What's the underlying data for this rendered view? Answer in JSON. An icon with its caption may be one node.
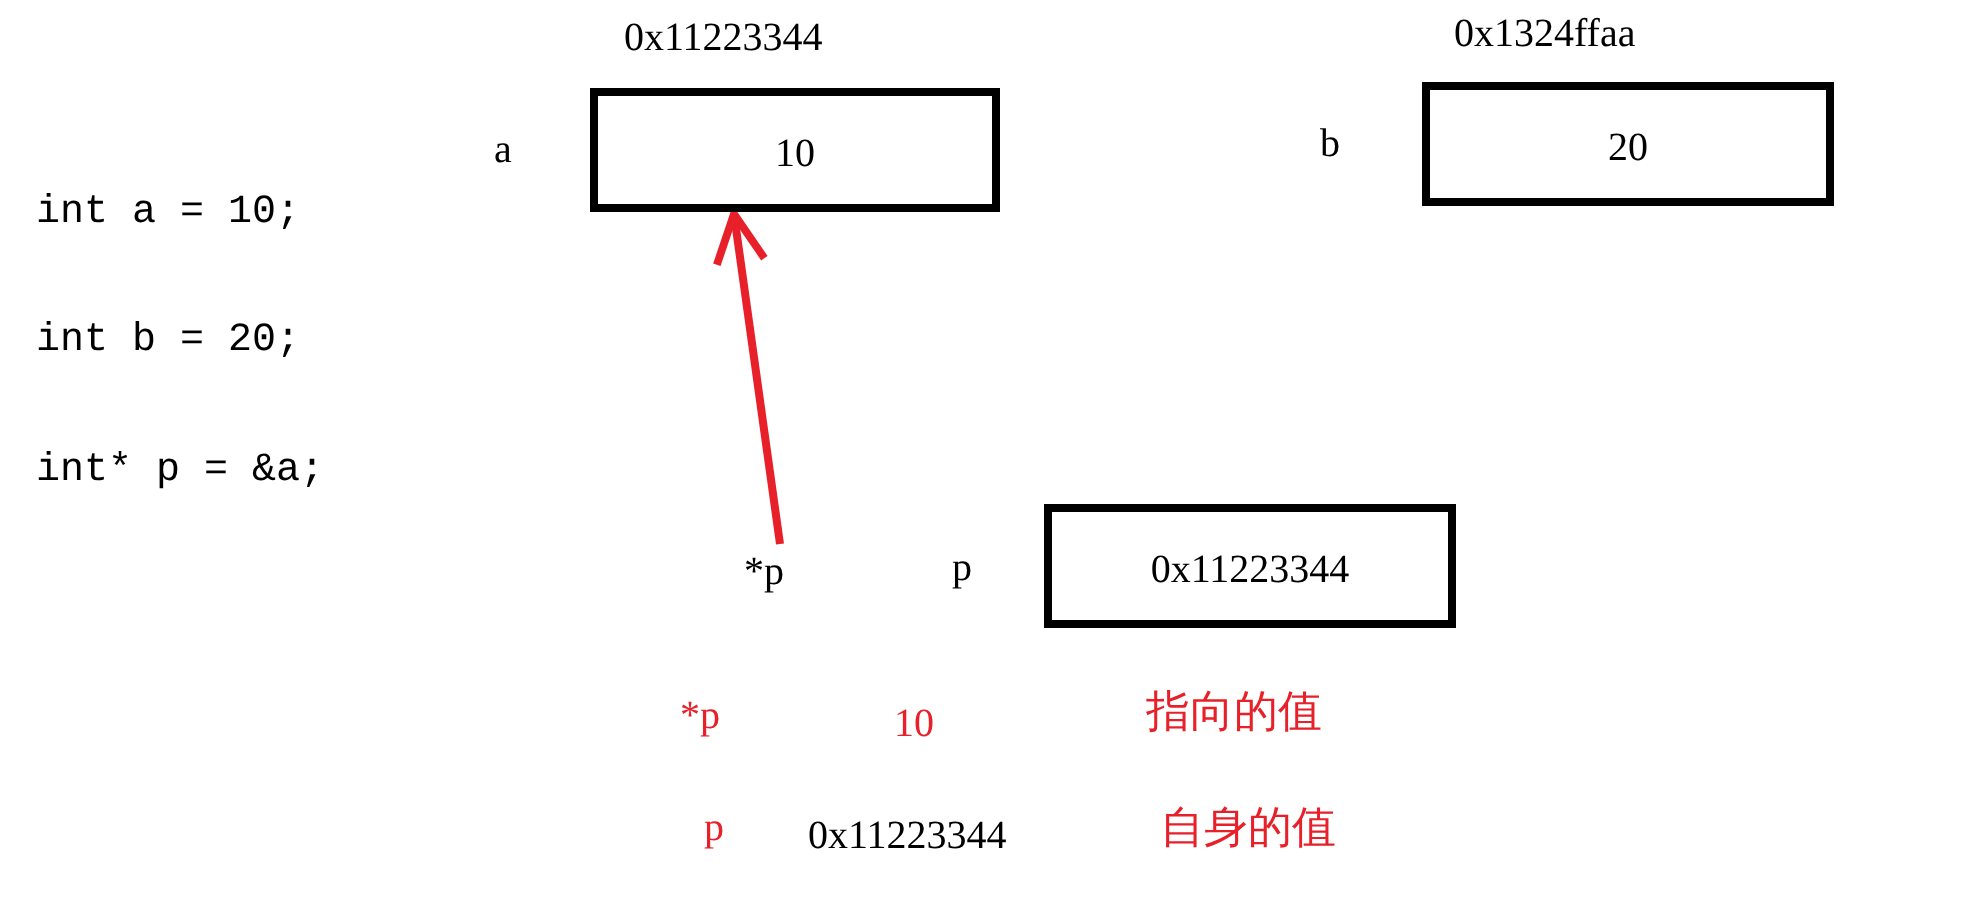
{
  "diagram": {
    "nodes": [
      {
        "text": [
          "0x11223344",
          "10"
        ],
        "beside": [
          "a"
        ]
      },
      {
        "text": [
          "0x1324ffaa",
          "20"
        ],
        "beside": [
          "b"
        ]
      },
      {
        "text": [
          "*p"
        ]
      },
      {
        "text": [
          "0x11223344"
        ],
        "beside": [
          "p"
        ]
      }
    ],
    "edges": [
      {
        "from": 2,
        "to": 0,
        "arrow": "to",
        "color": "#e8202a"
      }
    ],
    "labels": [
      "int a = 10;",
      "int b = 20;",
      "int* p = &a;",
      "*p",
      "10",
      "指向的值",
      "p",
      "0x11223344",
      "自身的值"
    ]
  }
}
